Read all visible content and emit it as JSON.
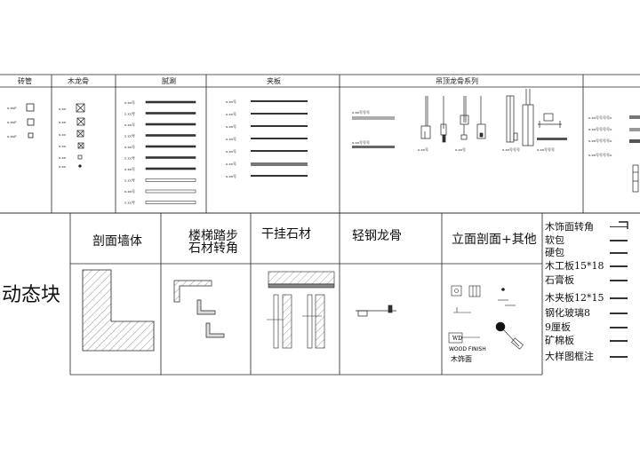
{
  "top_headers": [
    "砖管",
    "木龙骨",
    "腻涮",
    "夹板",
    "吊顶龙骨系列"
  ],
  "top_tiny": {
    "col1": [
      "x.xxP",
      "x.xxP",
      "x.xxP"
    ],
    "col2": [
      "x.xx",
      "x.xx",
      "x.xx",
      "x.xx",
      "x.xx",
      "x.xx"
    ],
    "col3": [
      "x.xx号",
      "x.xx号",
      "x.xx号",
      "x.xx号",
      "x.xx号",
      "x.xx号",
      "x.xx号",
      "x.xx号",
      "x.xx号",
      "x.xx号"
    ],
    "col4": [
      "x.xx号",
      "x.xx号",
      "x.xx号",
      "x.xx号",
      "x.xx号",
      "x.xx号",
      "x.xx号"
    ],
    "col5": [
      "x.xx号号号",
      "x.xx号号号",
      "x.xx号",
      "x.xx号",
      "x.xx号号号",
      "x.xx号号号"
    ],
    "col6": [
      "x.xx号号号号x",
      "x.xx号号号号x",
      "x.xx号号号号x",
      "x.xx号号号号x"
    ]
  },
  "side_label": "动态块",
  "bottom_headers": [
    "剖面墙体",
    "楼梯踏步",
    "石材转角",
    "干挂石材",
    "轻钢龙骨",
    "立面剖面+其他"
  ],
  "materials": [
    "木饰面转角",
    "软包",
    "硬包",
    "木工板15*18",
    "石膏板",
    "木夹板12*15",
    "钢化玻璃8",
    "9厘板",
    "矿棉板",
    "大样图框注"
  ],
  "wood_tag": "WD",
  "wood_code": "WOOD FINISH",
  "wood_caption": "木饰面",
  "colors": {
    "line": "#222222",
    "hatch": "#555555",
    "fill_dark": "#111111"
  }
}
